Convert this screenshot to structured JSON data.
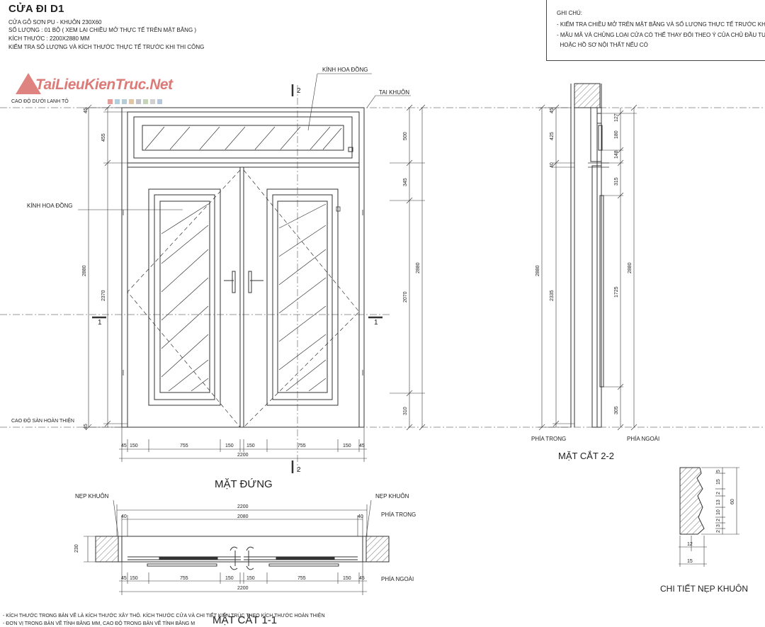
{
  "header": {
    "title": "CỬA ĐI D1",
    "lines": [
      "CỬA GỖ SƠN PU - KHUÔN 230X60",
      "SỐ LƯỢNG : 01 BỘ ( XEM LẠI CHIỀU MỞ THỰC TẾ TRÊN MẶT BẰNG )",
      "KÍCH THƯỚC : 2200X2880 MM",
      "KIỂM TRA SỐ LƯỢNG VÀ KÍCH THƯỚC THỰC TẾ TRƯỚC KHI THI CÔNG"
    ]
  },
  "notes": {
    "heading": "GHI CHÚ:",
    "items": [
      "- KIỂM TRA CHIỀU MỞ TRÊN MẶT BẰNG VÀ SỐ LƯỢNG THỰC TẾ  TRƯỚC KHI THI CÔNG",
      "- MẪU MÃ VÀ CHỦNG LOẠI CỬA CÓ THỂ THAY ĐỔI THEO Ý CỦA CHỦ ĐẦU TƯ",
      "  HOẶC HỒ SƠ NỘI THẤT NẾU CÓ"
    ]
  },
  "watermark": {
    "text": "TaiLieuKienTruc.Net",
    "color": "#d45a56",
    "swatches": [
      "#d45a56",
      "#7fb0c4",
      "#8aa8b8",
      "#c9a06a",
      "#9a9aa8",
      "#a0b890",
      "#b0b0b0",
      "#88a0c0"
    ]
  },
  "labels": {
    "kinh_hoa_dong_top": "KÍNH HOA ĐỒNG",
    "kinh_hoa_dong_left": "KÍNH HOA ĐỒNG",
    "tai_khuon": "TAI KHUÔN",
    "cao_do_duoi_lanh_to": "CAO ĐỘ DƯỚI LANH TÔ",
    "cao_do_san": "CAO ĐỘ SÀN HOÀN THIỆN",
    "mat_dung": "MẶT ĐỨNG",
    "mat_cat_22": "MẶT CẮT 2-2",
    "mat_cat_11": "MẶT CẮT 1-1",
    "phia_trong_22": "PHÍA TRONG",
    "phia_ngoai_22": "PHÍA NGOÀI",
    "nep_khuon_left": "NẸP KHUÔN",
    "nep_khuon_right": "NẸP KHUÔN",
    "phia_trong_11": "PHÍA TRONG",
    "phia_ngoai_11": "PHÍA NGOÀI",
    "chi_tiet": "CHI TIẾT NẸP KHUÔN",
    "cut_2": "2",
    "cut_1": "1"
  },
  "dims": {
    "elev_left_outer": "2880",
    "elev_left_top": "455",
    "elev_left_main": "2370",
    "elev_left_45a": "45",
    "elev_left_45b": "45",
    "elev_right_500": "500",
    "elev_right_345": "345",
    "elev_right_2070": "2070",
    "elev_right_310": "310",
    "elev_right_2880": "2880",
    "elev_bottom": [
      "45",
      "150",
      "755",
      "150",
      "150",
      "755",
      "150",
      "45"
    ],
    "elev_total": "2200",
    "sec22_left_outer": "2880",
    "sec22_left_425": "425",
    "sec22_left_40": "40",
    "sec22_left_2335": "2335",
    "sec22_left_45": "45",
    "sec22_right_127": "127",
    "sec22_right_180": "180",
    "sec22_right_148": "148",
    "sec22_right_315": "315",
    "sec22_right_1725": "1725",
    "sec22_right_305": "305",
    "sec22_right_2880": "2880",
    "sec11_top_total": "2200",
    "sec11_top_inner": "2080",
    "sec11_40a": "40",
    "sec11_40b": "40",
    "sec11_depth": "230",
    "sec11_bottom": [
      "45",
      "150",
      "755",
      "150",
      "150",
      "755",
      "150",
      "45"
    ],
    "sec11_bottom_total": "2200",
    "detail_right": [
      "5",
      "15",
      "2",
      "13",
      "10",
      "2",
      "3",
      "2"
    ],
    "detail_height": "60",
    "detail_w12": "12",
    "detail_w15": "15"
  },
  "footnotes": [
    "- KÍCH THƯỚC TRONG BẢN VẼ LÀ KÍCH THƯỚC XÂY THÔ.  KÍCH THƯỚC CỬA VÀ CHI TIẾT KIẾN TRÚC THEO KÍCH THƯỚC HOÀN THIỆN",
    "- ĐƠN VỊ TRONG BẢN VẼ TÍNH BẰNG MM, CAO ĐỘ TRONG BẢN VẼ TÍNH BẰNG M"
  ]
}
